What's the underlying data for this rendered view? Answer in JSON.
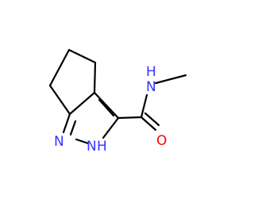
{
  "molecule": {
    "atoms": {
      "ring_nitrogen": "N",
      "nh_nitrogen": "N",
      "nh_hydrogen": "H",
      "amide_nitrogen": "N",
      "amide_hydrogen": "H",
      "carbonyl_oxygen": "O"
    }
  },
  "colors": {
    "bond": "#000000",
    "nitrogen": "#3333ff",
    "oxygen": "#ff0000",
    "background": "#ffffff"
  }
}
